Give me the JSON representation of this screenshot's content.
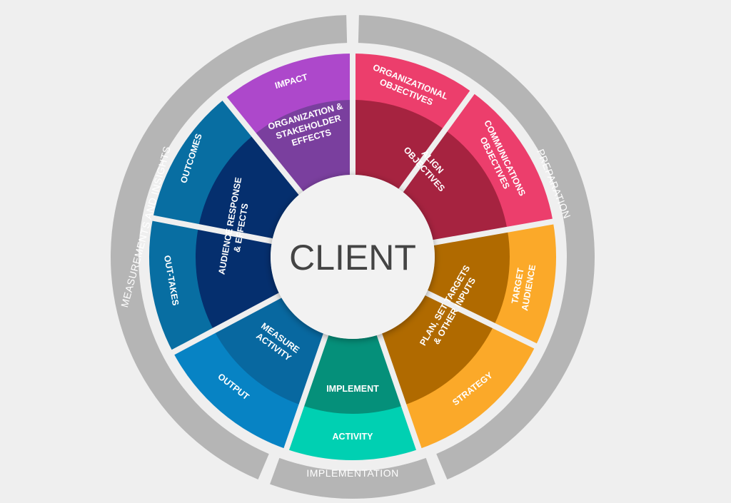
{
  "center": {
    "label": "CLIENT"
  },
  "phases": [
    {
      "id": "preparation",
      "label": "PREPARATION",
      "start": 1.5,
      "end": 157
    },
    {
      "id": "implementation",
      "label": "IMPLEMENTATION",
      "start": 160,
      "end": 200
    },
    {
      "id": "measurements",
      "label": "MEASUREMENTS AND INSIGHTS",
      "start": 203,
      "end": 358.5
    }
  ],
  "inner": [
    {
      "id": "align",
      "lines": [
        "ALIGN",
        "OBJECTIVES"
      ],
      "start": 0,
      "end": 80,
      "color": "#a62340"
    },
    {
      "id": "plan",
      "lines": [
        "PLAN, SET TARGETS",
        "& OTHER INPUTS"
      ],
      "start": 80,
      "end": 161,
      "color": "#b06a00"
    },
    {
      "id": "implement",
      "lines": [
        "IMPLEMENT"
      ],
      "start": 161,
      "end": 199,
      "color": "#05907a"
    },
    {
      "id": "measure",
      "lines": [
        "MEASURE",
        "ACTIVITY"
      ],
      "start": 199,
      "end": 242,
      "color": "#0868a0"
    },
    {
      "id": "audience",
      "lines": [
        "AUDIENCE RESPONSE",
        "& EFFECTS"
      ],
      "start": 242,
      "end": 321,
      "color": "#052f6e"
    },
    {
      "id": "org-effects",
      "lines": [
        "ORGANIZATION &",
        "STAKEHOLDER",
        "EFFECTS"
      ],
      "start": 321,
      "end": 360,
      "color": "#7a3f9e"
    }
  ],
  "outer": [
    {
      "id": "org-objectives",
      "lines": [
        "ORGANIZATIONAL",
        "OBJECTIVES"
      ],
      "start": 0,
      "end": 36,
      "color": "#ec3e6c"
    },
    {
      "id": "comm-objectives",
      "lines": [
        "COMMUNICATIONS",
        "OBJECTIVES"
      ],
      "start": 36,
      "end": 80,
      "color": "#ec3e6c"
    },
    {
      "id": "target-audience",
      "lines": [
        "TARGET",
        "AUDIENCE"
      ],
      "start": 80,
      "end": 116,
      "color": "#fba929"
    },
    {
      "id": "strategy",
      "lines": [
        "STRATEGY"
      ],
      "start": 116,
      "end": 161,
      "color": "#fba929"
    },
    {
      "id": "activity",
      "lines": [
        "ACTIVITY"
      ],
      "start": 161,
      "end": 199,
      "color": "#00d0b2"
    },
    {
      "id": "output",
      "lines": [
        "OUTPUT"
      ],
      "start": 199,
      "end": 242,
      "color": "#0783c4"
    },
    {
      "id": "out-takes",
      "lines": [
        "OUT-TAKES"
      ],
      "start": 242,
      "end": 281,
      "color": "#086ea2"
    },
    {
      "id": "outcomes",
      "lines": [
        "OUTCOMES"
      ],
      "start": 281,
      "end": 321,
      "color": "#086ea2"
    },
    {
      "id": "impact",
      "lines": [
        "IMPACT"
      ],
      "start": 321,
      "end": 360,
      "color": "#ad48cb"
    }
  ],
  "colors": {
    "background": "#efefef",
    "phase_ring": "#b5b5b5",
    "center": "#f2f2f2",
    "center_text": "#444444"
  }
}
